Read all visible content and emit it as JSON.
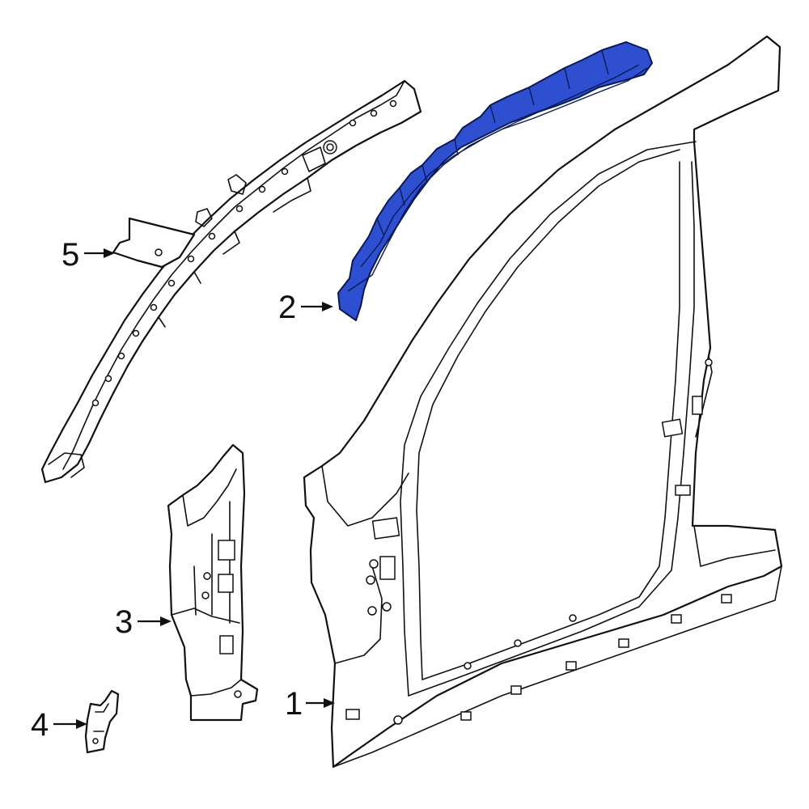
{
  "colors": {
    "highlight": "#2d4fd0",
    "line": "#111111",
    "background": "#ffffff"
  },
  "callouts": [
    {
      "number": "1"
    },
    {
      "number": "2"
    },
    {
      "number": "3"
    },
    {
      "number": "4"
    },
    {
      "number": "5"
    }
  ]
}
